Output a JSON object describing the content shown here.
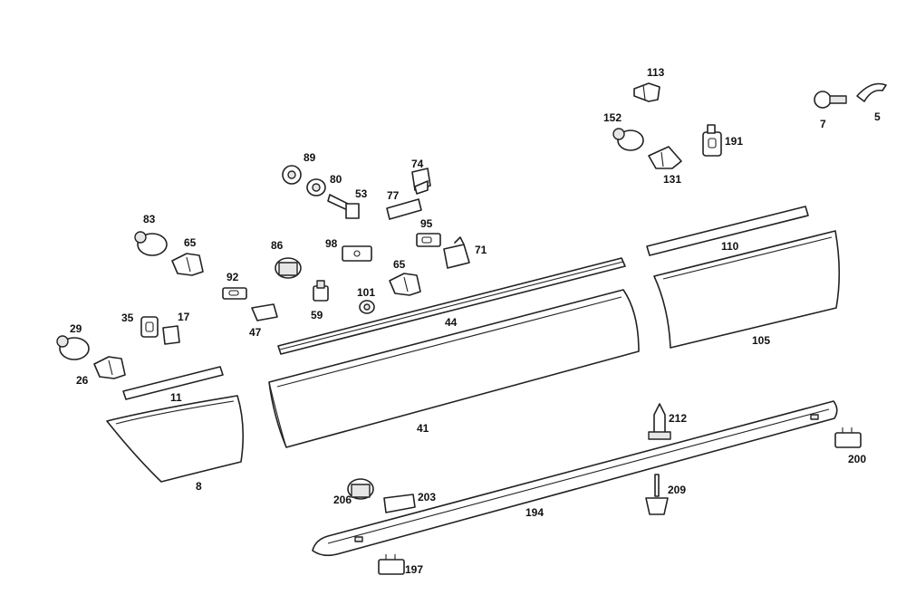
{
  "callouts": {
    "c113": "113",
    "c5": "5",
    "c7": "7",
    "c152": "152",
    "c191": "191",
    "c131": "131",
    "c89": "89",
    "c80": "80",
    "c74": "74",
    "c53": "53",
    "c77": "77",
    "c83": "83",
    "c65a": "65",
    "c86": "86",
    "c98": "98",
    "c95": "95",
    "c71": "71",
    "c92": "92",
    "c65b": "65",
    "c101": "101",
    "c59": "59",
    "c47": "47",
    "c35": "35",
    "c17": "17",
    "c29": "29",
    "c26": "26",
    "c11": "11",
    "c44": "44",
    "c41": "41",
    "c8": "8",
    "c110": "110",
    "c105": "105",
    "c212": "212",
    "c200": "200",
    "c209": "209",
    "c206": "206",
    "c203": "203",
    "c194": "194",
    "c197": "197"
  }
}
